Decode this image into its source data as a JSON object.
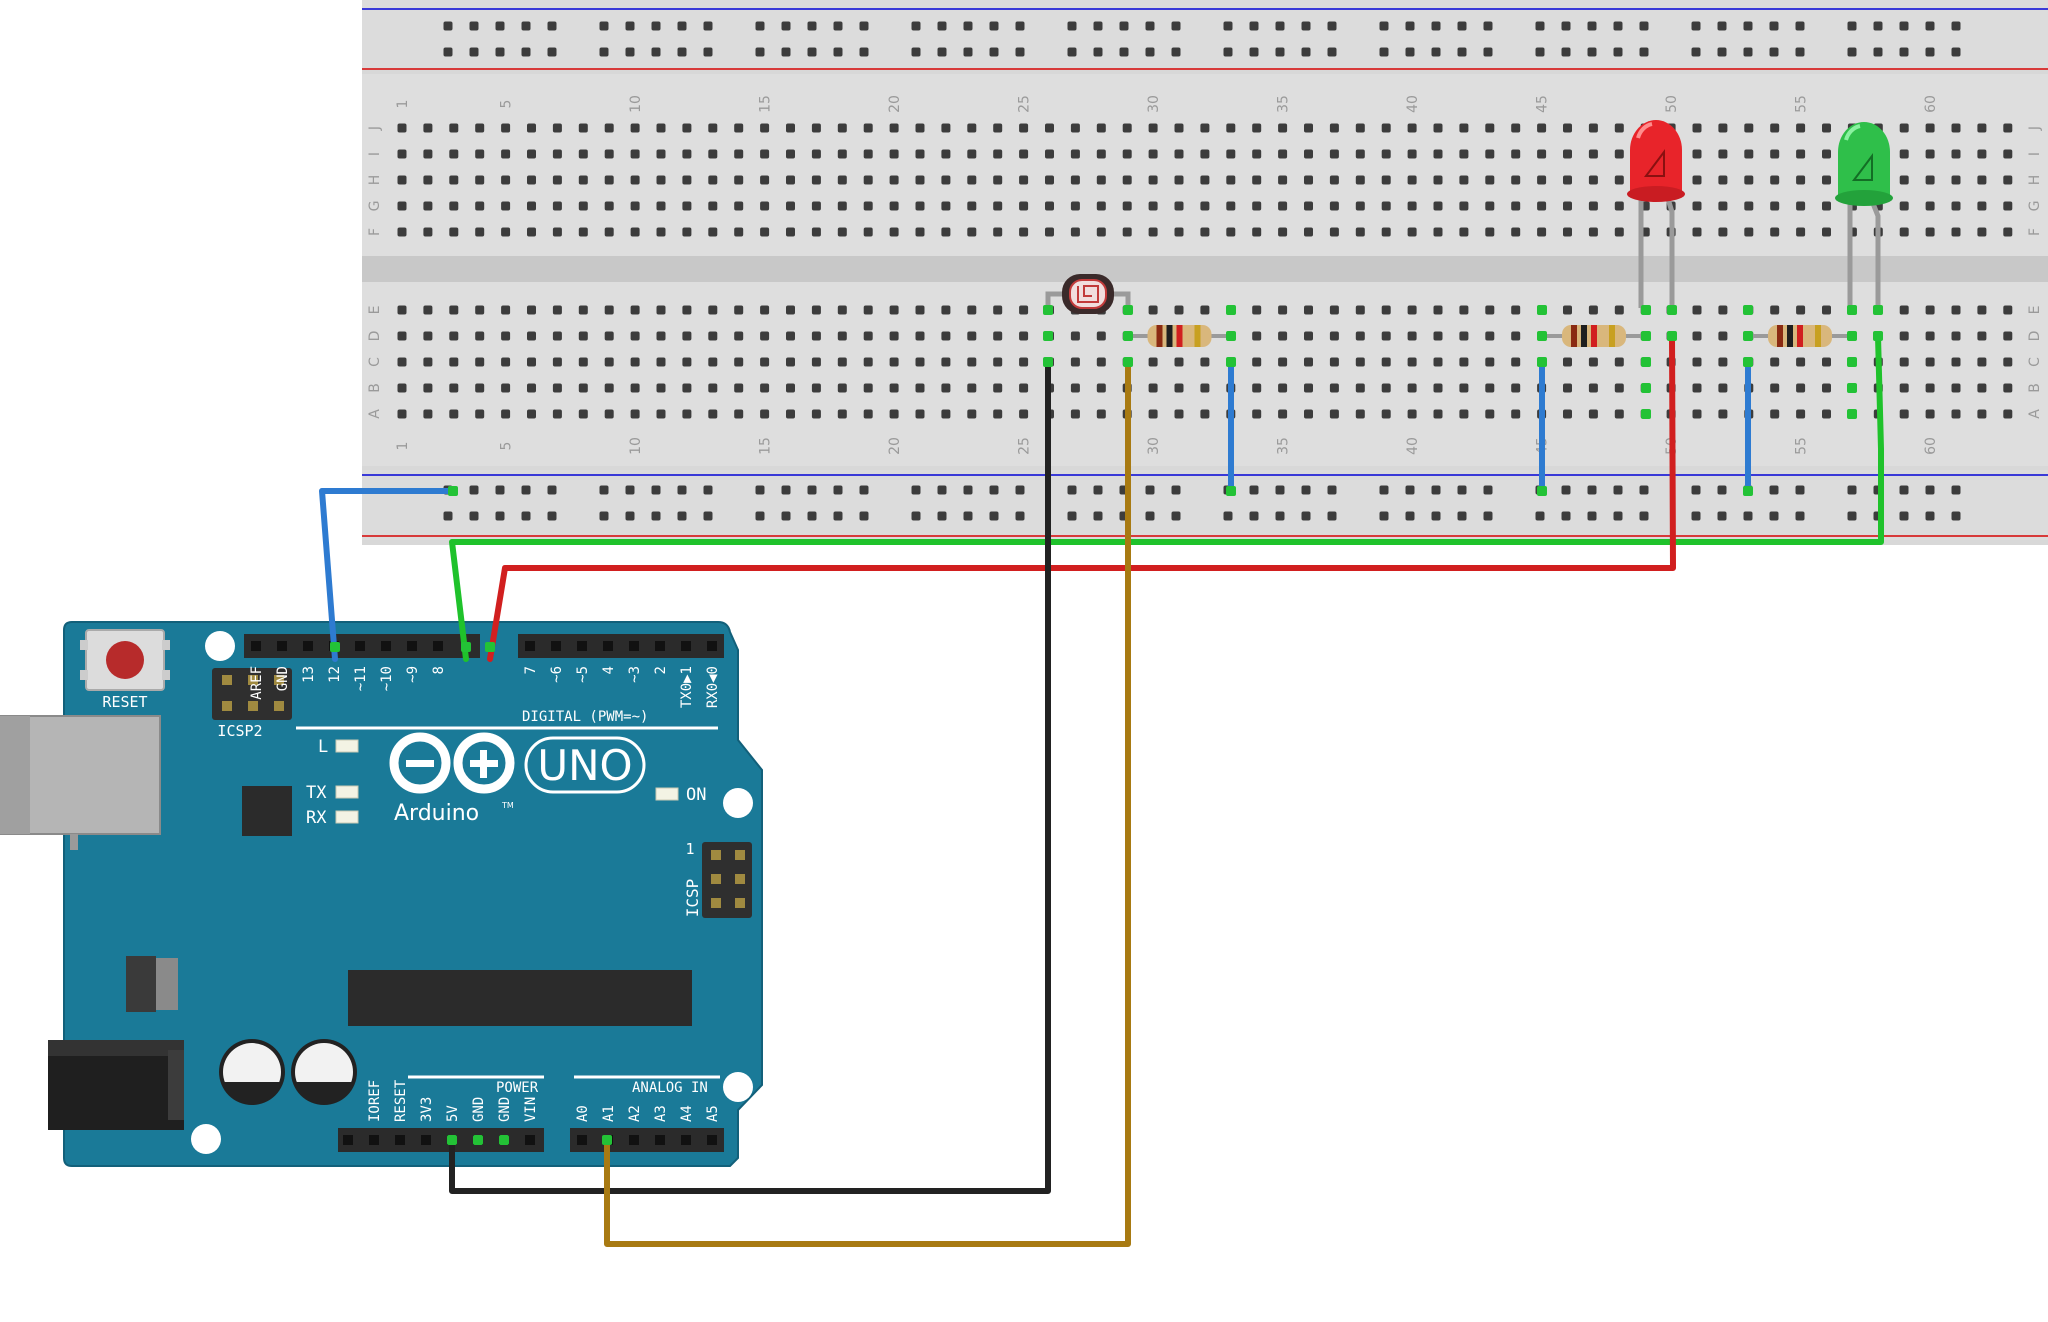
{
  "breadboard": {
    "column_numbers": [
      "1",
      "5",
      "10",
      "15",
      "20",
      "25",
      "30",
      "35",
      "40",
      "45",
      "50",
      "55",
      "60"
    ],
    "top_row_letters": [
      "J",
      "I",
      "H",
      "G",
      "F"
    ],
    "bottom_row_letters": [
      "E",
      "D",
      "C",
      "B",
      "A"
    ]
  },
  "arduino": {
    "reset_label": "RESET",
    "icsp2_label": "ICSP2",
    "icsp_label": "ICSP",
    "icsp_pin1": "1",
    "digital_label": "DIGITAL (PWM=~)",
    "power_label": "POWER",
    "analog_label": "ANALOG IN",
    "led_l": "L",
    "led_tx": "TX",
    "led_rx": "RX",
    "led_on": "ON",
    "uno_text": "UNO",
    "brand_text": "Arduino",
    "tm_text": "TM",
    "digital_pins": [
      "AREF",
      "GND",
      "13",
      "12",
      "~11",
      "~10",
      "~9",
      "8",
      "7",
      "~6",
      "~5",
      "4",
      "~3",
      "2",
      "TX0▶1",
      "RX0◀0"
    ],
    "power_pins": [
      "IOREF",
      "RESET",
      "3V3",
      "5V",
      "GND",
      "GND",
      "VIN"
    ],
    "analog_pins": [
      "A0",
      "A1",
      "A2",
      "A3",
      "A4",
      "A5"
    ]
  },
  "components": {
    "led_red_color": "#e8242a",
    "led_green_color": "#2fbf4a",
    "board_color": "#1a7a98"
  },
  "wires": {
    "gnd_color": "#2e7bd1",
    "led_red_color": "#d11f1f",
    "led_green_color": "#1fc22b",
    "ground_color": "#222222",
    "signal_color": "#a87a12"
  }
}
